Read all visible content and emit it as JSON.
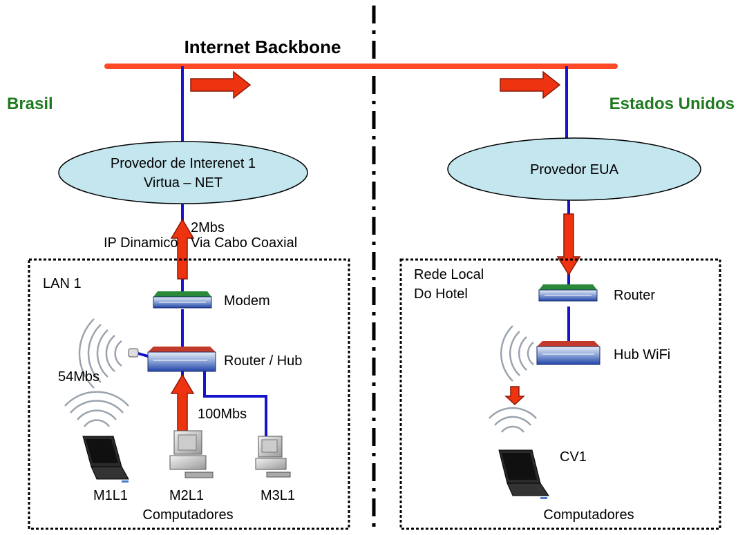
{
  "backbone": {
    "title": "Internet Backbone"
  },
  "regions": {
    "left": {
      "name": "Brasil",
      "color": "#1f7a1f"
    },
    "right": {
      "name": "Estados Unidos",
      "color": "#1f7a1f"
    }
  },
  "left_side": {
    "provider_line1": "Provedor de Interenet 1",
    "provider_line2": "Virtua – NET",
    "link_speed": "2Mbs",
    "link_ip": "IP Dinamico",
    "link_medium": "Via Cabo Coaxial",
    "lan_label": "LAN 1",
    "modem_label": "Modem",
    "router_label": "Router / Hub",
    "wifi_speed": "54Mbs",
    "wired_speed": "100Mbs",
    "computers": [
      "M1L1",
      "M2L1",
      "M3L1"
    ],
    "computers_caption": "Computadores"
  },
  "right_side": {
    "provider": "Provedor EUA",
    "lan_label_line1": "Rede Local",
    "lan_label_line2": "Do Hotel",
    "router_label": "Router",
    "hub_label": "Hub WiFi",
    "computer": "CV1",
    "computers_caption": "Computadores"
  },
  "colors": {
    "backbone": "#ff4a2a",
    "link": "#1414cc",
    "arrow_fill": "#ee3311",
    "arrow_stroke": "#8a1a08",
    "cloud": "#c3e6ef"
  }
}
